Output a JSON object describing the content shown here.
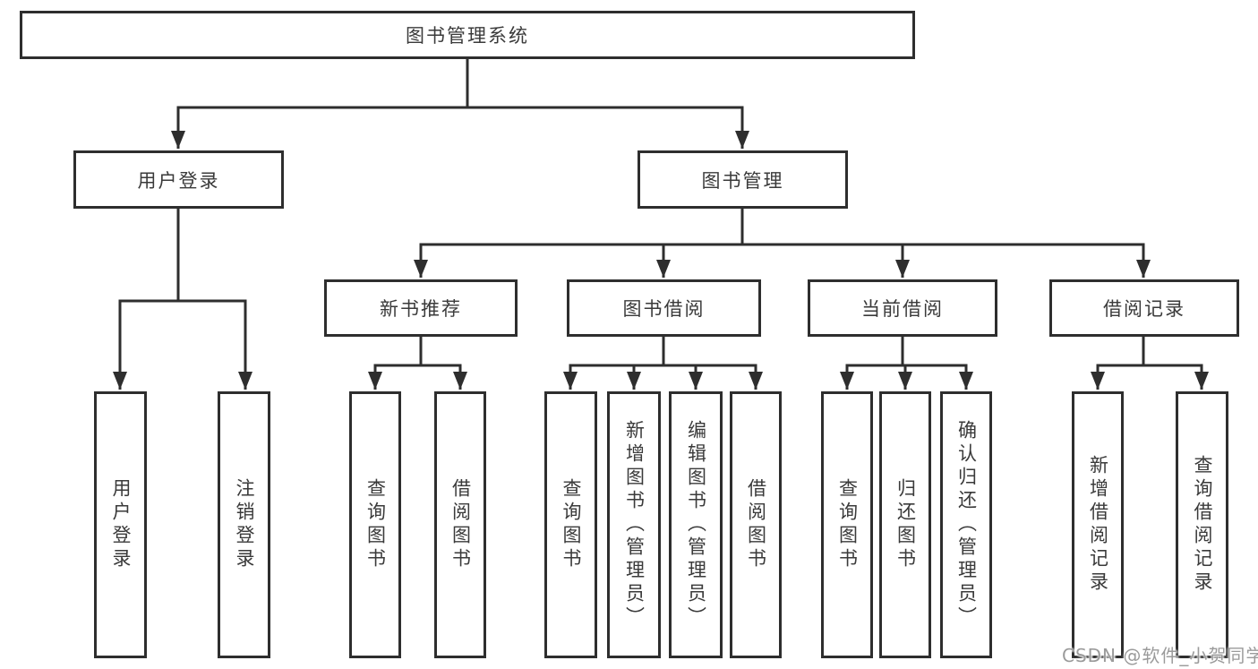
{
  "diagram": {
    "root": {
      "label": "图书管理系统"
    },
    "branches": [
      {
        "label": "用户登录",
        "children": [
          {
            "label": "用户登录"
          },
          {
            "label": "注销登录"
          }
        ]
      },
      {
        "label": "图书管理",
        "children": [
          {
            "label": "新书推荐",
            "children": [
              {
                "label": "查询图书"
              },
              {
                "label": "借阅图书"
              }
            ]
          },
          {
            "label": "图书借阅",
            "children": [
              {
                "label": "查询图书"
              },
              {
                "label": "新增图书（管理员）"
              },
              {
                "label": "编辑图书（管理员）"
              },
              {
                "label": "借阅图书"
              }
            ]
          },
          {
            "label": "当前借阅",
            "children": [
              {
                "label": "查询图书"
              },
              {
                "label": "归还图书"
              },
              {
                "label": "确认归还（管理员）"
              }
            ]
          },
          {
            "label": "借阅记录",
            "children": [
              {
                "label": "新增借阅记录"
              },
              {
                "label": "查询借阅记录"
              }
            ]
          }
        ]
      }
    ]
  },
  "watermark": {
    "text": "CSDN @软件_小贺同学"
  },
  "colors": {
    "line": "#2e2e2e",
    "text": "#3a3a3a",
    "background": "#ffffff",
    "watermark": "#9b9b9b"
  }
}
